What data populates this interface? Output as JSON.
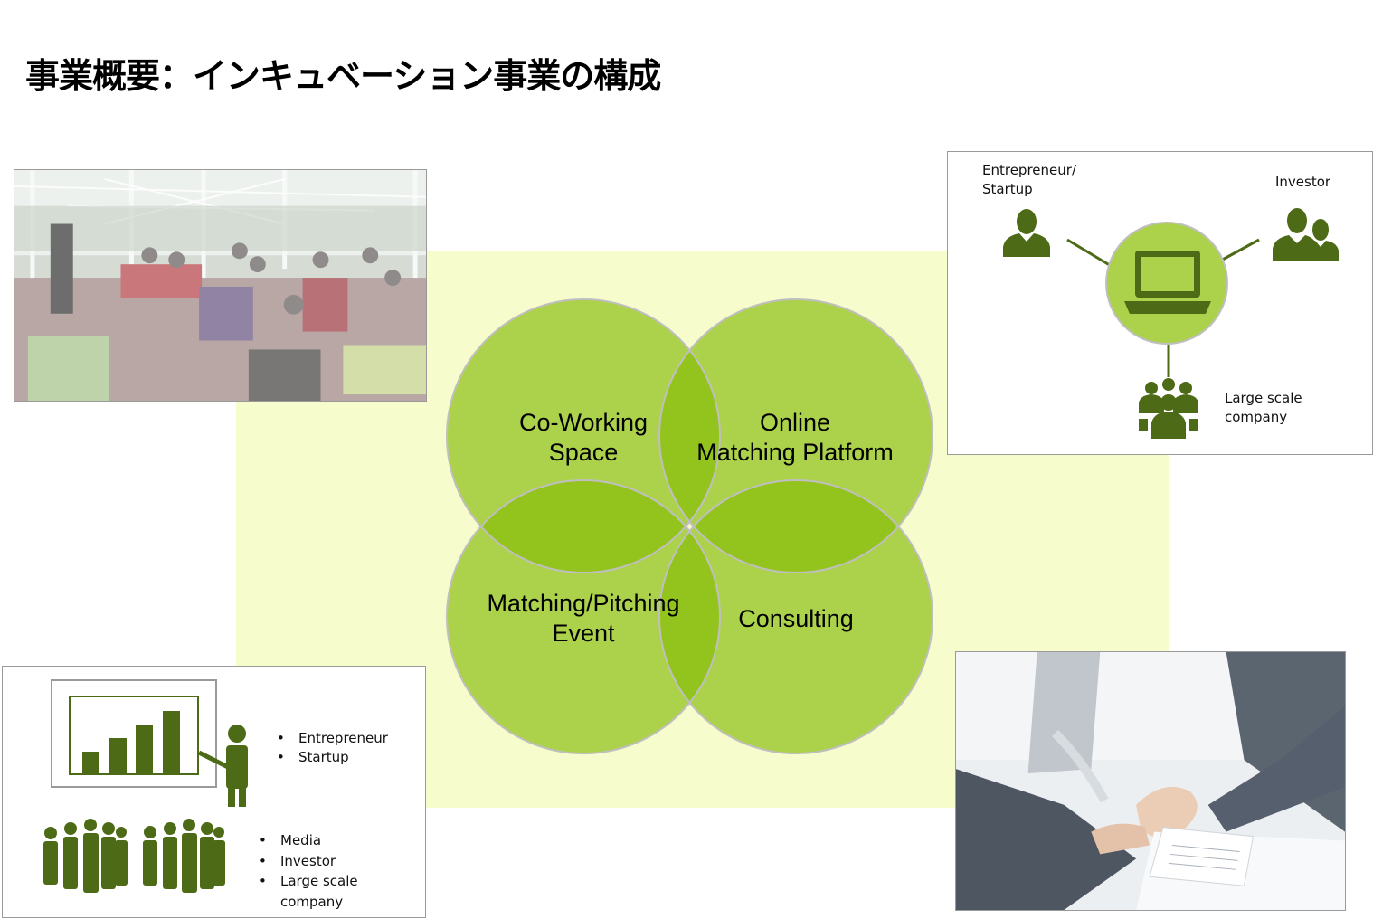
{
  "title": "事業概要：インキュベーション事業の構成",
  "venn": {
    "top_left": "Co-Working\nSpace",
    "top_right": "Online\nMatching Platform",
    "bottom_left": "Matching/Pitching\nEvent",
    "bottom_right": "Consulting"
  },
  "platform_panel": {
    "entrepreneur": "Entrepreneur/\nStartup",
    "investor": "Investor",
    "company": "Large scale\ncompany"
  },
  "event_panel": {
    "presenter_list": [
      "Entrepreneur",
      "Startup"
    ],
    "audience_list": [
      "Media",
      "Investor",
      "Large scale\ncompany"
    ]
  },
  "colors": {
    "circle_fill": "#acd14a",
    "overlap_fill": "#93c41d",
    "background_panel": "#f7fccc",
    "icon_green": "#4d6a16"
  },
  "icons": [
    "person-icon",
    "group-icon",
    "laptop-icon",
    "team-icon",
    "presentation-icon",
    "audience-icon"
  ]
}
